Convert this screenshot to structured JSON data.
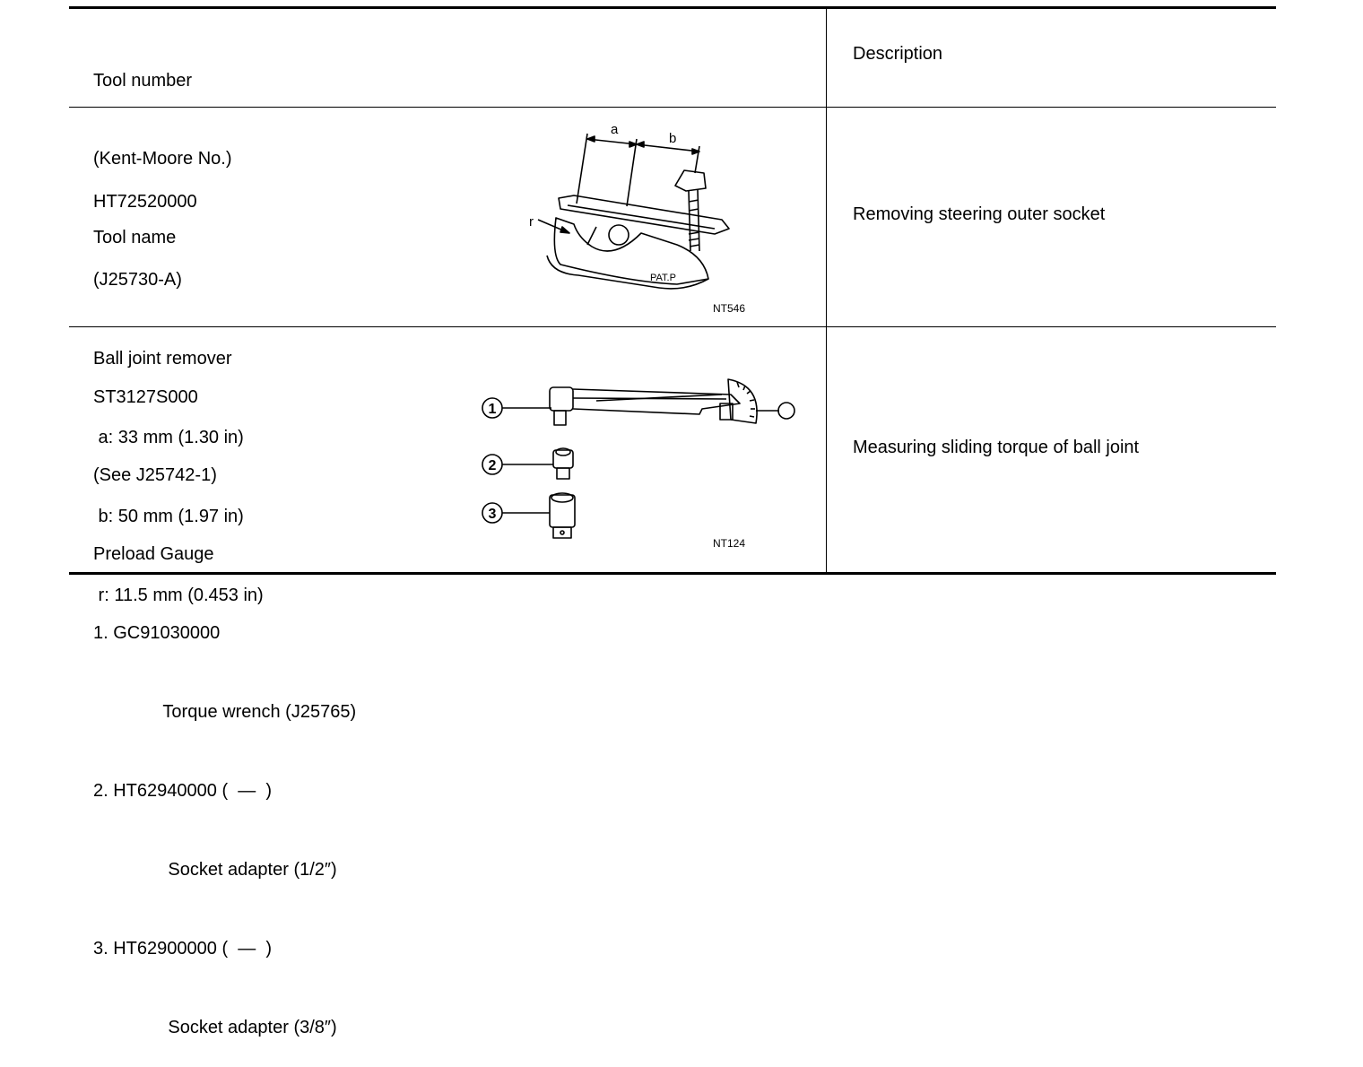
{
  "header": {
    "tool_col": [
      "Tool number",
      "(Kent-Moore No.)",
      "Tool name"
    ],
    "desc_col": "Description"
  },
  "rows": [
    {
      "lines": [
        "HT72520000",
        "(J25730-A)",
        "Ball joint remover",
        " a: 33 mm (1.30 in)",
        " b: 50 mm (1.97 in)",
        " r: 11.5 mm (0.453 in)"
      ],
      "description": "Removing steering outer socket",
      "figure": {
        "code": "NT546",
        "labels": {
          "a": "a",
          "b": "b",
          "r": "r",
          "pat": "PAT.P"
        }
      }
    },
    {
      "lines": [
        "ST3127S000",
        "(See J25742-1)",
        "Preload Gauge",
        "1. GC91030000",
        "              Torque wrench (J25765)",
        "2. HT62940000 (  —  )",
        "               Socket adapter (1/2″)",
        "3. HT62900000 (  —  )",
        "               Socket adapter (3/8″)"
      ],
      "description": "Measuring sliding torque of ball joint",
      "figure": {
        "code": "NT124",
        "callouts": [
          "1",
          "2",
          "3"
        ]
      }
    }
  ]
}
